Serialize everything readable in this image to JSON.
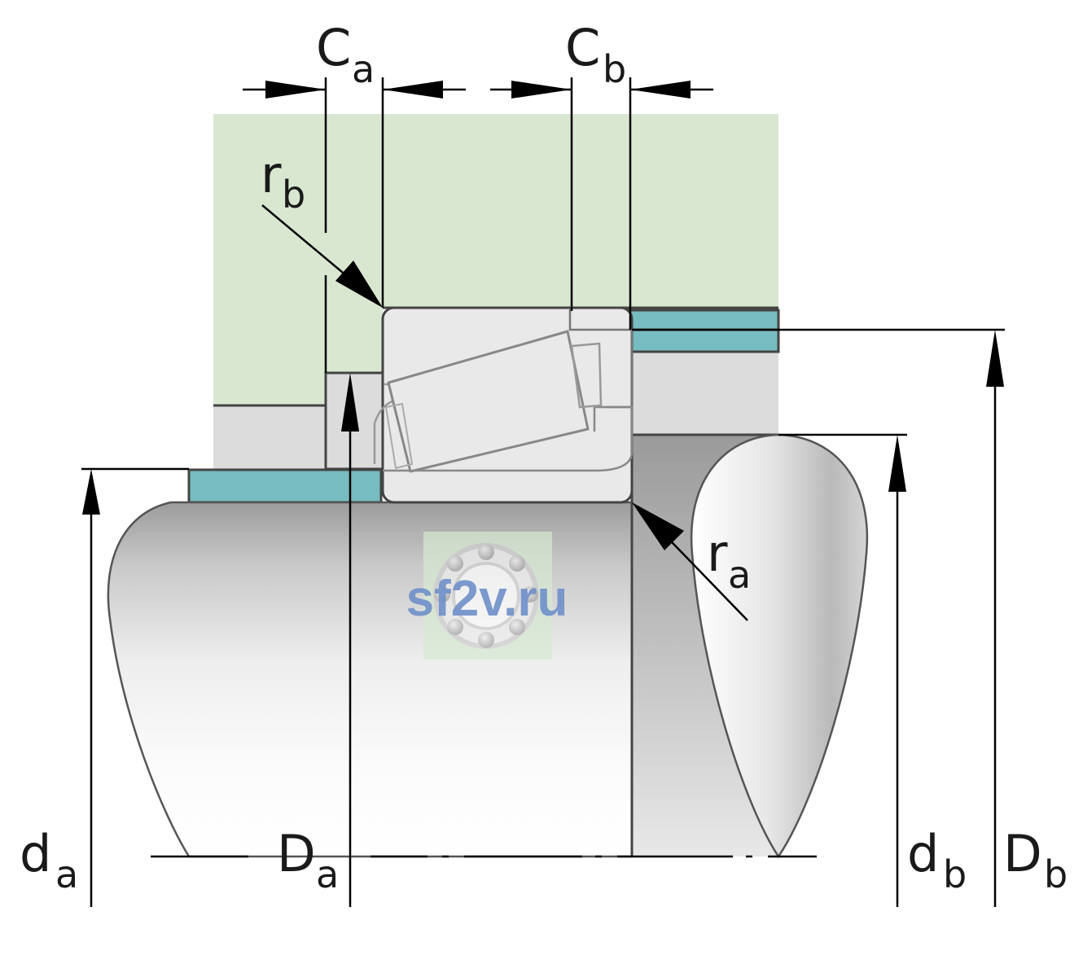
{
  "labels": {
    "ca": {
      "main": "C",
      "sub": "a"
    },
    "cb": {
      "main": "C",
      "sub": "b"
    },
    "rb": {
      "main": "r",
      "sub": "b"
    },
    "ra": {
      "main": "r",
      "sub": "a"
    },
    "da": {
      "main": "d",
      "sub": "a"
    },
    "Da": {
      "main": "D",
      "sub": "a"
    },
    "db": {
      "main": "d",
      "sub": "b"
    },
    "Db": {
      "main": "D",
      "sub": "b"
    }
  },
  "watermark": "sf2v.ru",
  "colors": {
    "housing": "#d9e7d1",
    "spacer_teal": "#77bcc1",
    "ring_gray": "#dcdcdc",
    "bearing_fill": "#e9e9e9",
    "outline": "#444444",
    "watermark_text": "#6e8fc9"
  }
}
